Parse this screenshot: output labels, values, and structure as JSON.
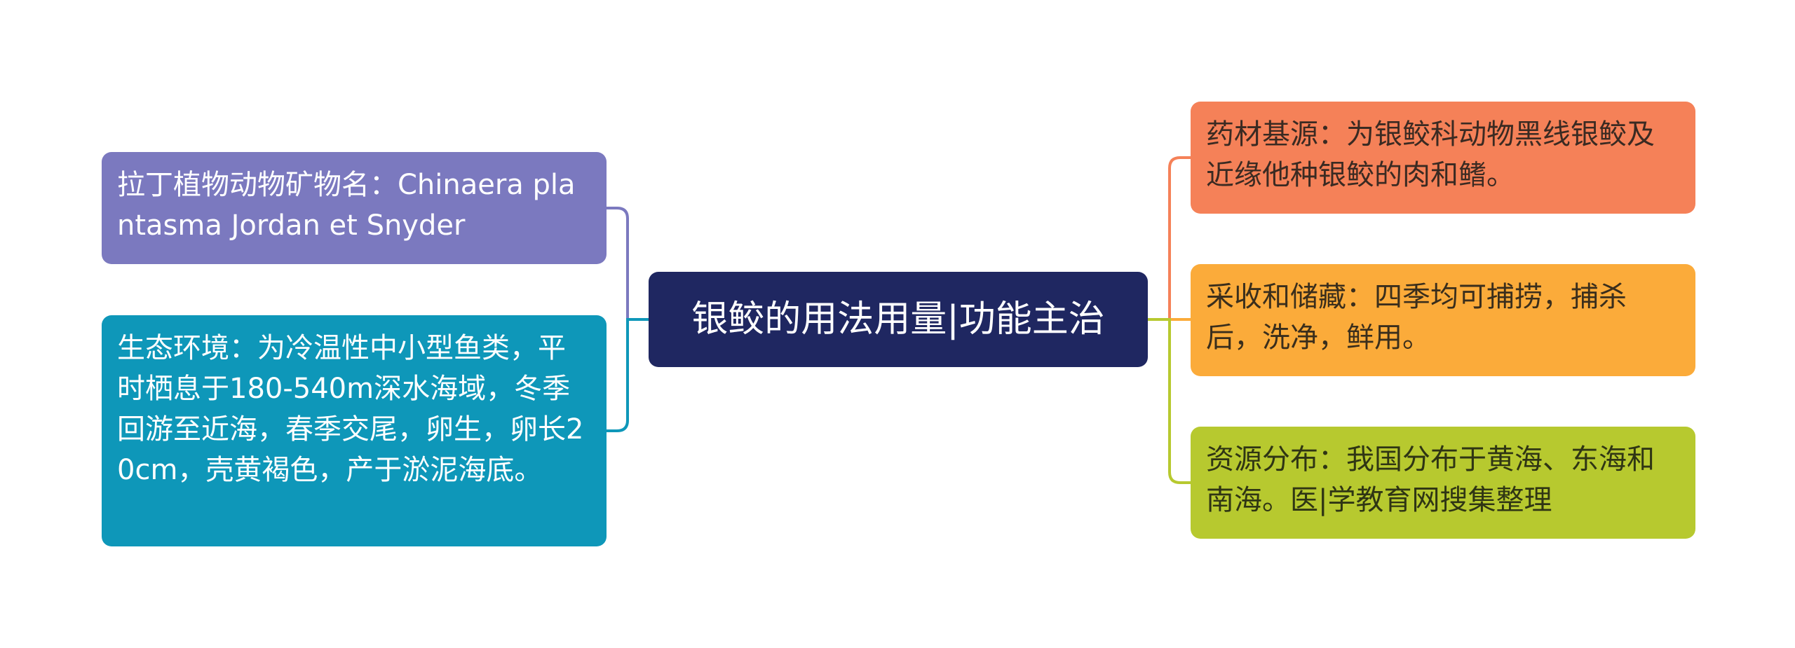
{
  "central_topic": {
    "label": "银鲛的用法用量|功能主治",
    "color": "#1f2761"
  },
  "branches_left": [
    {
      "label": "拉丁植物动物矿物名：Chinaera plantasma Jordan et Snyder",
      "color": "#7b79bf"
    },
    {
      "label": "生态环境：为冷温性中小型鱼类，平时栖息于180-540m深水海域，冬季回游至近海，春季交尾，卵生，卵长20cm，壳黄褐色，产于淤泥海底。",
      "color": "#0e97b9"
    }
  ],
  "branches_right": [
    {
      "label": "药材基源：为银鲛科动物黑线银鲛及近缘他种银鲛的肉和鳍。",
      "color": "#f58158"
    },
    {
      "label": "采收和储藏：四季均可捕捞，捕杀后，洗净，鲜用。",
      "color": "#fbab3a"
    },
    {
      "label": "资源分布：我国分布于黄海、东海和南海。医|学教育网搜集整理",
      "color": "#b7c92f"
    }
  ]
}
